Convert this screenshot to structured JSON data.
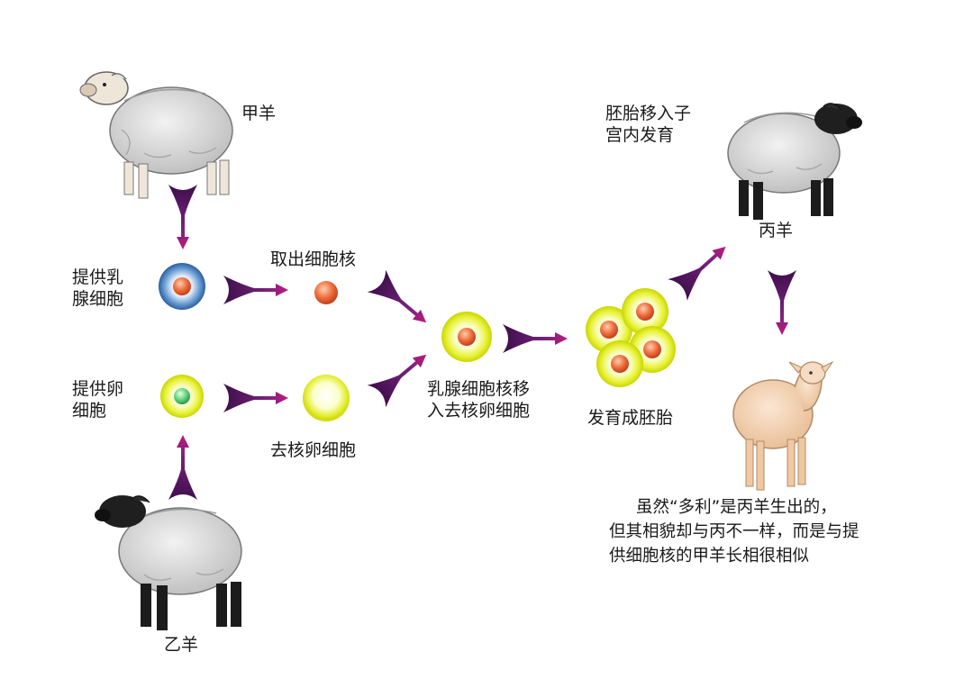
{
  "labels": {
    "sheep_a": "甲羊",
    "sheep_b": "乙羊",
    "sheep_c": "丙羊",
    "provide_mammary_cell": [
      "提供乳",
      "腺细胞"
    ],
    "provide_egg_cell": [
      "提供卵",
      "细胞"
    ],
    "extract_nucleus": "取出细胞核",
    "enucleated_egg": "去核卵细胞",
    "nucleus_transfer": [
      "乳腺细胞核移",
      "入去核卵细胞"
    ],
    "develop_embryo": "发育成胚胎",
    "embryo_to_uterus": [
      "胚胎移入子",
      "宫内发育"
    ]
  },
  "caption": [
    "虽然“多利”是丙羊生出的，",
    "但其相貌却与丙不一样，而是与提",
    "供细胞核的甲羊长相很相似"
  ],
  "colors": {
    "arrow": "#6a1e6e",
    "arrow_head": "#c2187a",
    "wool": "#e0e0e0",
    "nucleus": "#e8592e",
    "egg_glow": "#eef21e",
    "mammary_ring": "#3b7fc4",
    "lamb": "#f3d3b4"
  }
}
